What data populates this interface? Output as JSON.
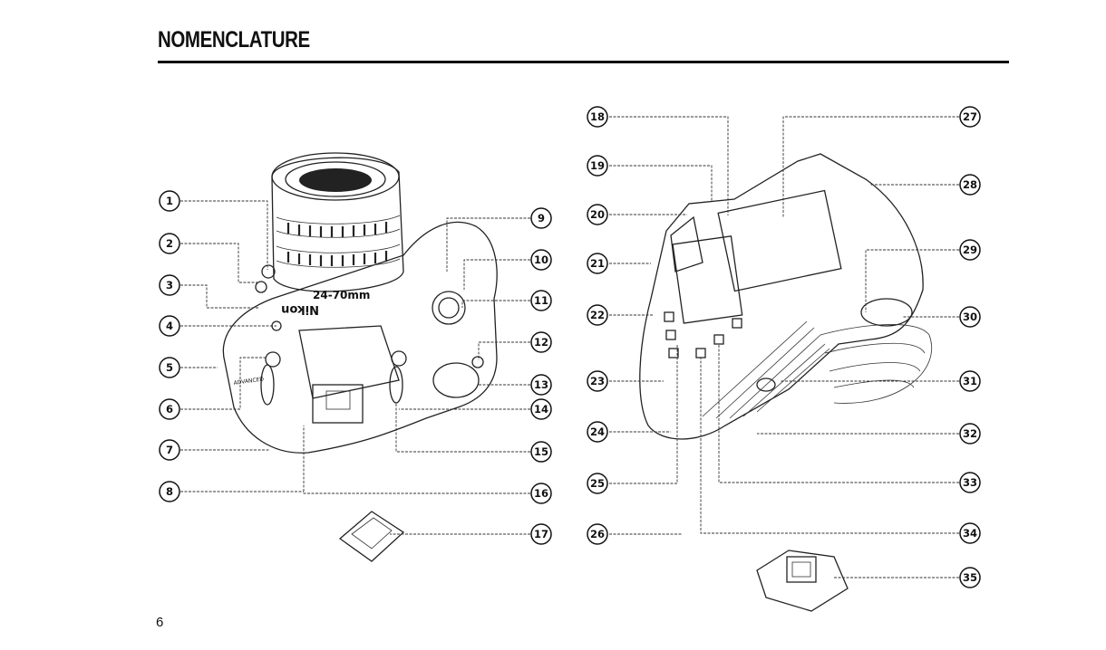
{
  "page": {
    "title": "NOMENCLATURE",
    "number": "6"
  },
  "illustration": {
    "lens_zoom_text": "24-70mm",
    "brand_text": "Nikon",
    "mode_dial_text": "ADVANCED"
  },
  "callouts": {
    "left_view": [
      "1",
      "2",
      "3",
      "4",
      "5",
      "6",
      "7",
      "8",
      "9",
      "10",
      "11",
      "12",
      "13",
      "14",
      "15",
      "16",
      "17"
    ],
    "right_view": [
      "18",
      "19",
      "20",
      "21",
      "22",
      "23",
      "24",
      "25",
      "26",
      "27",
      "28",
      "29",
      "30",
      "31",
      "32",
      "33",
      "34",
      "35"
    ]
  }
}
